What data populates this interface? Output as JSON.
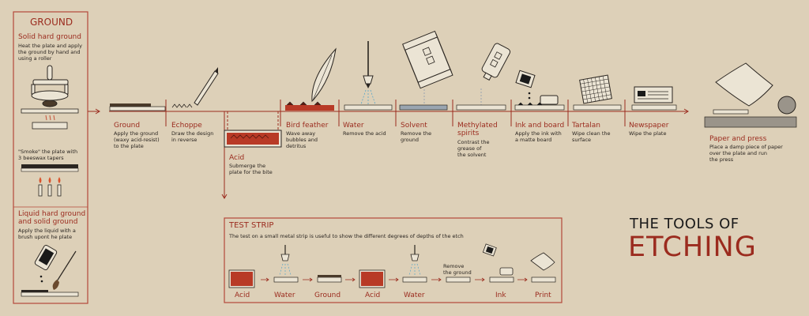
{
  "colors": {
    "background": "#ddd0b8",
    "accent": "#9b2b1e",
    "ink": "#2a2520",
    "acid": "#b83a26",
    "solvent": "#9aa5b0",
    "plate": "#ebe4d4"
  },
  "title": {
    "line1": "THE TOOLS OF",
    "line2": "ETCHING"
  },
  "ground_panel": {
    "heading": "GROUND",
    "solid_title": "Solid hard ground",
    "solid_desc": "Heat the plate and apply\nthe ground by hand and\nusing a roller",
    "smoke_desc": "\"Smoke\" the plate with\n3 beeswax tapers",
    "liquid_title": "Liquid hard ground\nand solid ground",
    "liquid_desc": "Apply the liquid with a\nbrush upont he plate"
  },
  "steps": [
    {
      "title": "Ground",
      "desc": "Apply the ground\n(waxy acid-resist)\nto the plate"
    },
    {
      "title": "Echoppe",
      "desc": "Draw the design\nin reverse"
    },
    {
      "title": "Acid",
      "desc": "Submerge the\nplate for the bite"
    },
    {
      "title": "Bird feather",
      "desc": "Wave away\nbubbles and\ndetritus"
    },
    {
      "title": "Water",
      "desc": "Remove the acid"
    },
    {
      "title": "Solvent",
      "desc": "Remove the\nground"
    },
    {
      "title": "Methylated\nspirits",
      "desc": "Contrast the\ngrease of\nthe solvent"
    },
    {
      "title": "Ink and board",
      "desc": "Apply the ink with\na matte board"
    },
    {
      "title": "Tartalan",
      "desc": "Wipe clean the\nsurface"
    },
    {
      "title": "Newspaper",
      "desc": "Wipe the plate"
    },
    {
      "title": "Paper and press",
      "desc": "Place a damp piece of paper\nover the plate and run\nthe press"
    }
  ],
  "test_strip": {
    "heading": "TEST STRIP",
    "desc": "The test on a small metal strip is useful to show the different degrees of depths of the etch",
    "remove_note": "Remove\nthe ground",
    "labels": [
      "Acid",
      "Water",
      "Ground",
      "Acid",
      "Water",
      "Ink",
      "Print"
    ]
  }
}
